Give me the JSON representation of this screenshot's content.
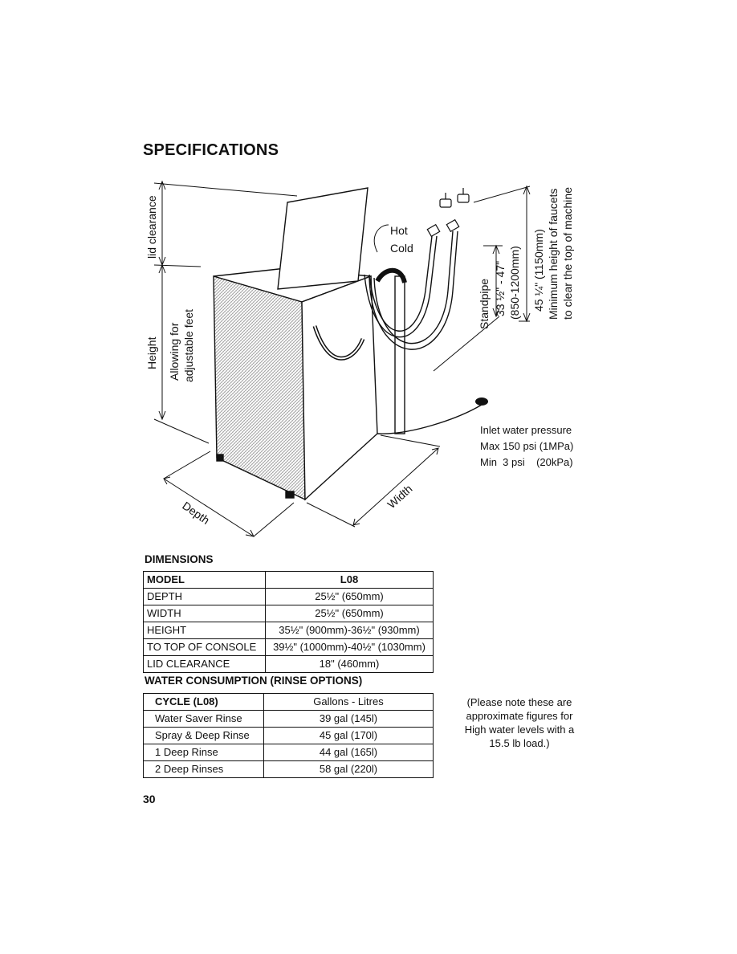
{
  "page": {
    "title": "SPECIFICATIONS",
    "page_number": "30"
  },
  "diagram": {
    "labels": {
      "lid_clearance": "lid clearance",
      "height": "Height",
      "allowing_line1": "Allowing for",
      "allowing_line2": "adjustable feet",
      "hot": "Hot",
      "cold": "Cold",
      "standpipe": "Standpipe",
      "standpipe_in": "33 ½\" - 47\"",
      "standpipe_mm": "(850-1200mm)",
      "faucet_height": "45 ¼\" (1150mm)",
      "faucet_note1": "Minimum height of faucets",
      "faucet_note2": "to clear the top of machine",
      "depth": "Depth",
      "width": "Width"
    },
    "inlet": {
      "title": "Inlet water pressure",
      "max": "Max 150 psi (1MPa)",
      "min": "Min  3 psi    (20kPa)"
    }
  },
  "dimensions": {
    "heading": "DIMENSIONS",
    "header": [
      "MODEL",
      "L08"
    ],
    "rows": [
      [
        "DEPTH",
        "25½\" (650mm)"
      ],
      [
        "WIDTH",
        "25½\" (650mm)"
      ],
      [
        "HEIGHT",
        "35½\" (900mm)-36½\" (930mm)"
      ],
      [
        "TO TOP OF CONSOLE",
        "39½\" (1000mm)-40½\" (1030mm)"
      ],
      [
        "LID CLEARANCE",
        "18\" (460mm)"
      ]
    ]
  },
  "water": {
    "heading": "WATER CONSUMPTION (RINSE OPTIONS)",
    "header": [
      "CYCLE (L08)",
      "Gallons - Litres"
    ],
    "rows": [
      [
        "Water Saver Rinse",
        "39 gal (145l)"
      ],
      [
        "Spray & Deep Rinse",
        "45 gal (170l)"
      ],
      [
        "1 Deep Rinse",
        "44 gal (165l)"
      ],
      [
        "2 Deep Rinses",
        "58 gal (220l)"
      ]
    ],
    "note": [
      "(Please note these are",
      "approximate figures for",
      "High water levels with a",
      "15.5 lb load.)"
    ]
  }
}
